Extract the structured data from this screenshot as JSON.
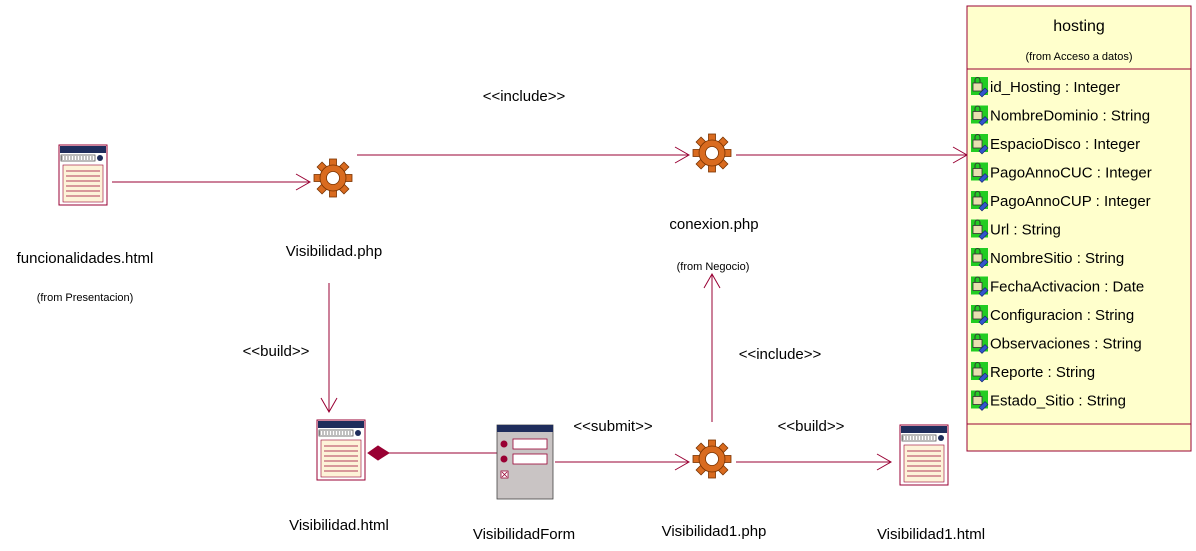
{
  "nodes": {
    "funcionalidades": {
      "name": "funcionalidades.html",
      "from": "(from Presentacion)"
    },
    "visibilidad_php": {
      "name": "Visibilidad.php"
    },
    "conexion": {
      "name": "conexion.php",
      "from": "(from Negocio)"
    },
    "visibilidad_html": {
      "name": "Visibilidad.html"
    },
    "visibilidad_form": {
      "name": "VisibilidadForm"
    },
    "visibilidad1_php": {
      "name": "Visibilidad1.php"
    },
    "visibilidad1_html": {
      "name": "Visibilidad1.html"
    }
  },
  "stereotypes": {
    "include_top": "<<include>>",
    "build_left": "<<build>>",
    "submit": "<<submit>>",
    "include_right": "<<include>>",
    "build_right": "<<build>>"
  },
  "class_box": {
    "name": "hosting",
    "from": "(from Acceso a datos)",
    "attributes": [
      "id_Hosting : Integer",
      "NombreDominio : String",
      "EspacioDisco : Integer",
      "PagoAnnoCUC : Integer",
      "PagoAnnoCUP : Integer",
      "Url : String",
      "NombreSitio : String",
      "FechaActivacion : Date",
      "Configuracion : String",
      "Observaciones : String",
      "Reporte : String",
      "Estado_Sitio : String"
    ]
  },
  "colors": {
    "connector": "#990033",
    "class_fill": "#ffffcc",
    "gear": "#d96b1f",
    "attr_icon": "#22cc22"
  }
}
